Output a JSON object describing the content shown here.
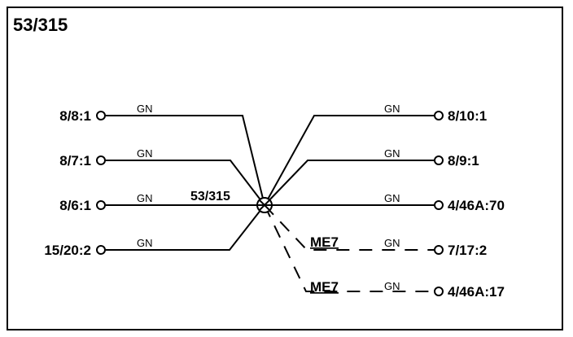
{
  "title": "53/315",
  "splice": {
    "label": "53/315"
  },
  "left_connectors": [
    {
      "id": "8/8:1",
      "wire_color": "GN"
    },
    {
      "id": "8/7:1",
      "wire_color": "GN"
    },
    {
      "id": "8/6:1",
      "wire_color": "GN"
    },
    {
      "id": "15/20:2",
      "wire_color": "GN"
    }
  ],
  "right_connectors": [
    {
      "id": "8/10:1",
      "wire_color": "GN"
    },
    {
      "id": "8/9:1",
      "wire_color": "GN"
    },
    {
      "id": "4/46A:70",
      "wire_color": "GN"
    },
    {
      "id": "7/17:2",
      "wire_color": "GN",
      "option": "ME7"
    },
    {
      "id": "4/46A:17",
      "wire_color": "GN",
      "option": "ME7"
    }
  ]
}
